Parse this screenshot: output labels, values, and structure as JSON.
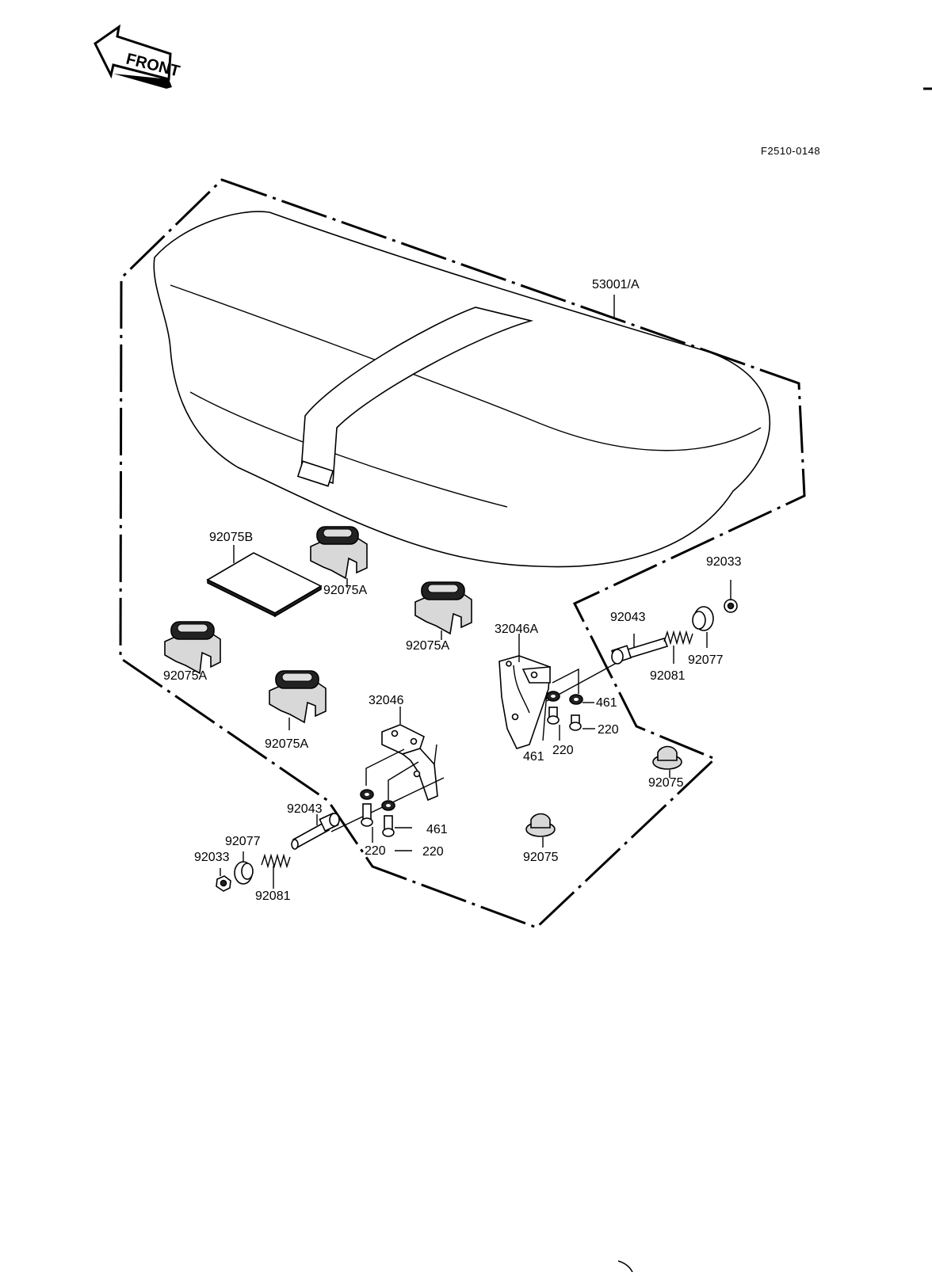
{
  "direction_arrow": {
    "label": "FRONT"
  },
  "figure_code": "F2510-0148",
  "parts": {
    "seat": "53001/A",
    "pad_plate": "92075B",
    "cushion_a": "92075A",
    "bracket_right": "32046A",
    "bracket_left": "32046",
    "bolt": "92043",
    "spring": "92081",
    "collar": "92077",
    "nut": "92033",
    "washer": "461",
    "screw": "220",
    "damper": "92075"
  },
  "colors": {
    "ink": "#000000",
    "paper": "#ffffff"
  }
}
